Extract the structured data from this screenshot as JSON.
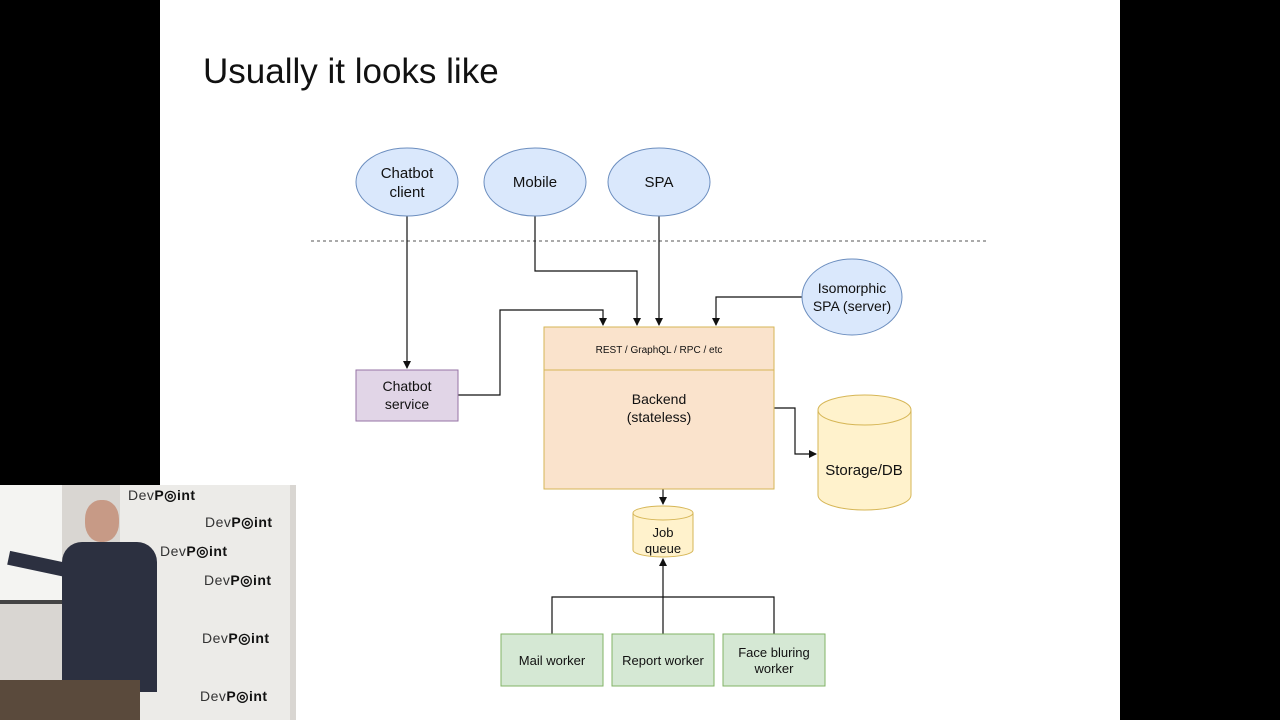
{
  "slide": {
    "title": "Usually it looks like",
    "nodes": {
      "chatbot_client": [
        "Chatbot",
        "client"
      ],
      "mobile": "Mobile",
      "spa": "SPA",
      "isomorphic": [
        "Isomorphic",
        "SPA (server)"
      ],
      "api_layer": "REST / GraphQL / RPC / etc",
      "backend": [
        "Backend",
        "(stateless)"
      ],
      "chatbot_service": [
        "Chatbot",
        "service"
      ],
      "storage": "Storage/DB",
      "job_queue": [
        "Job",
        "queue"
      ],
      "mail_worker": "Mail worker",
      "report_worker": "Report worker",
      "face_worker": [
        "Face bluring",
        "worker"
      ]
    },
    "colors": {
      "client_fill": "#dae8fc",
      "client_stroke": "#6c8ebf",
      "backend_fill": "#fae3cc",
      "backend_stroke": "#d6b656",
      "service_fill": "#e1d5e7",
      "service_stroke": "#9673a6",
      "storage_fill": "#fff2cc",
      "storage_stroke": "#d6b656",
      "worker_fill": "#d5e8d4",
      "worker_stroke": "#82b366"
    }
  },
  "video": {
    "logo": "DevPoint"
  }
}
